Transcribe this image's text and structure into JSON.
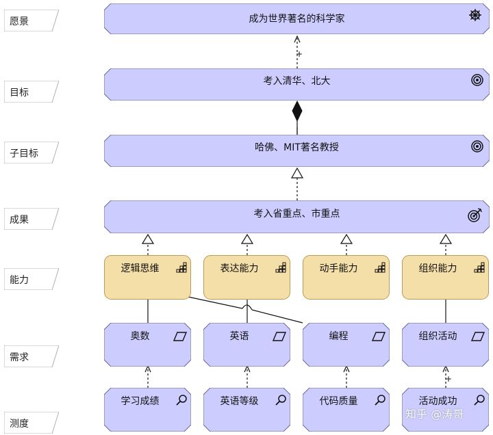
{
  "lanes": [
    {
      "key": "vision",
      "label": "愿景"
    },
    {
      "key": "goal",
      "label": "目标"
    },
    {
      "key": "subgoal",
      "label": "子目标"
    },
    {
      "key": "outcome",
      "label": "成果"
    },
    {
      "key": "capability",
      "label": "能力"
    },
    {
      "key": "requirement",
      "label": "需求"
    },
    {
      "key": "assessment",
      "label": "测度"
    }
  ],
  "nodes": {
    "vision": {
      "label": "成为世界著名的科学家",
      "icon": "ship-wheel-icon"
    },
    "goal": {
      "label": "考入清华、北大",
      "icon": "target-icon"
    },
    "subgoal": {
      "label": "哈佛、MIT著名教授",
      "icon": "target-icon"
    },
    "outcome": {
      "label": "考入省重点、市重点",
      "icon": "dart-target-icon"
    },
    "capabilities": [
      {
        "label": "逻辑思维",
        "icon": "capability-icon"
      },
      {
        "label": "表达能力",
        "icon": "capability-icon"
      },
      {
        "label": "动手能力",
        "icon": "capability-icon"
      },
      {
        "label": "组织能力",
        "icon": "capability-icon"
      }
    ],
    "requirements": [
      {
        "label": "奥数",
        "icon": "parallelogram-icon"
      },
      {
        "label": "英语",
        "icon": "parallelogram-icon"
      },
      {
        "label": "编程",
        "icon": "parallelogram-icon"
      },
      {
        "label": "组织活动",
        "icon": "parallelogram-icon"
      }
    ],
    "assessments": [
      {
        "label": "学习成绩",
        "icon": "magnifier-icon"
      },
      {
        "label": "英语等级",
        "icon": "magnifier-icon"
      },
      {
        "label": "代码质量",
        "icon": "magnifier-icon"
      },
      {
        "label": "活动成功",
        "icon": "magnifier-icon"
      }
    ]
  },
  "relation_labels": {
    "vision_goal": "+",
    "activity_assessment": "+"
  },
  "watermark": "知乎 @涛哥",
  "colors": {
    "motivation": "#ccccff",
    "capability": "#f5dfa8",
    "border": "#6a6a8a",
    "capability_border": "#b89a5a",
    "edge": "#111111"
  }
}
